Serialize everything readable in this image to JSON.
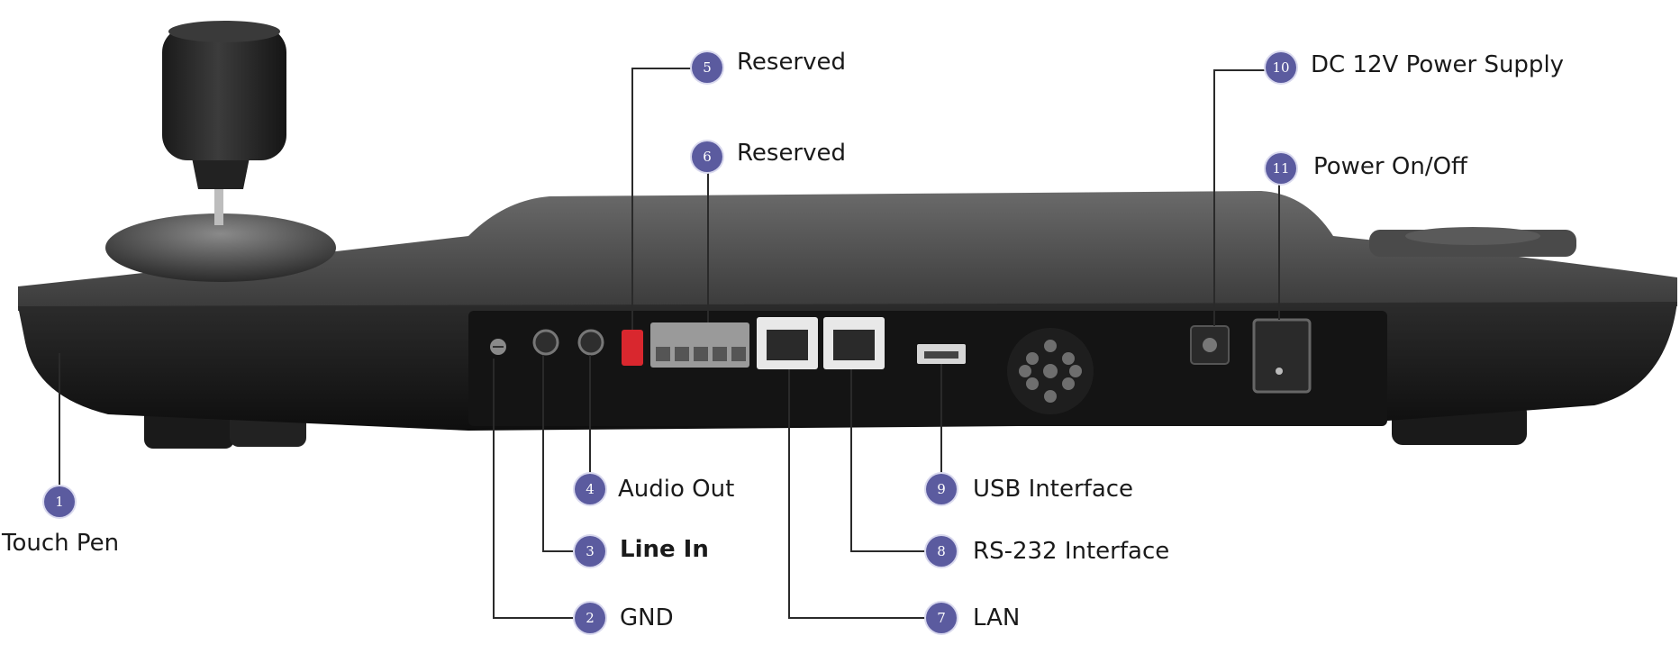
{
  "accent_color": "#5b5b9f",
  "callouts": [
    {
      "number": "1",
      "label": "Touch Pen"
    },
    {
      "number": "2",
      "label": "GND"
    },
    {
      "number": "3",
      "label": "Line In",
      "bold": true
    },
    {
      "number": "4",
      "label": "Audio Out"
    },
    {
      "number": "5",
      "label": "Reserved"
    },
    {
      "number": "6",
      "label": "Reserved"
    },
    {
      "number": "7",
      "label": "LAN"
    },
    {
      "number": "8",
      "label": "RS-232 Interface"
    },
    {
      "number": "9",
      "label": "USB Interface"
    },
    {
      "number": "10",
      "label": "DC 12V Power Supply"
    },
    {
      "number": "11",
      "label": "Power On/Off"
    }
  ]
}
